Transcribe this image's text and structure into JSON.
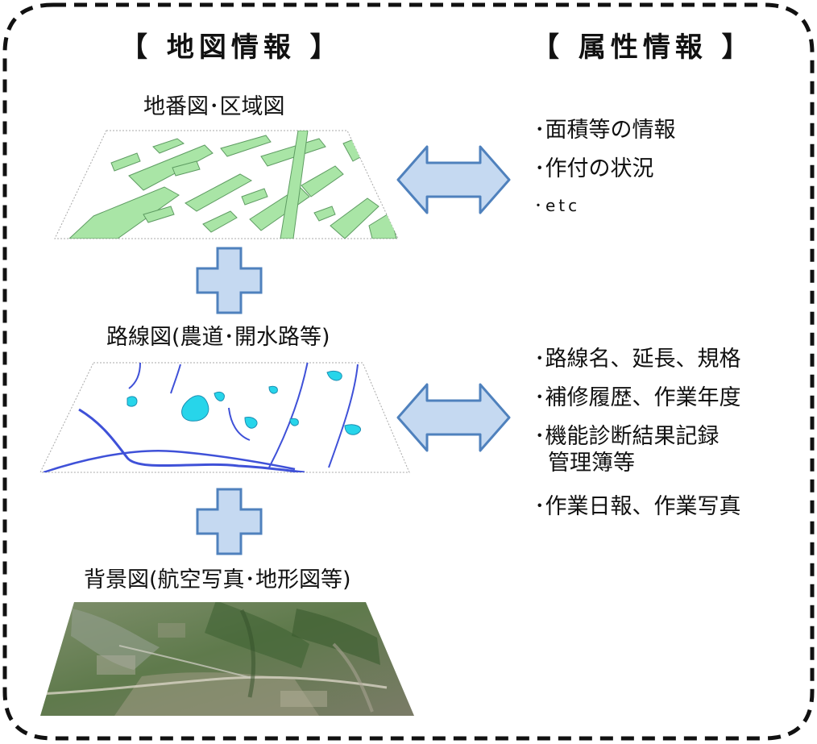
{
  "map_info": {
    "title": "【 地図情報 】",
    "layers": {
      "parcel": "地番図･区域図",
      "route": "路線図(農道･開水路等)",
      "background": "背景図(航空写真･地形図等)"
    }
  },
  "attribute_info": {
    "title": "【 属性情報 】",
    "parcel_attributes": [
      "･面積等の情報",
      "･作付の状況",
      "･etc"
    ],
    "route_attributes": [
      "･路線名、延長、規格",
      "･補修履歴、作業年度",
      "･機能診断結果記録",
      "管理簿等",
      "･作業日報、作業写真"
    ]
  },
  "colors": {
    "arrow_fill": "#c5d9f1",
    "arrow_stroke": "#4f81bd",
    "parcel_green": "#a9e5a6",
    "route_blue": "#3f51d8",
    "pond_cyan": "#27d5ea"
  },
  "icons": {
    "plus": "plus-icon",
    "arrow": "double-arrow-icon"
  }
}
